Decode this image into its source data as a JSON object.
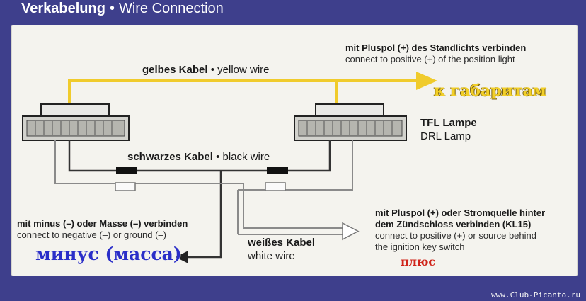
{
  "header": {
    "title_de": "Verkabelung",
    "separator": "•",
    "title_en": "Wire Connection"
  },
  "labels": {
    "yellow_wire_de": "gelbes Kabel",
    "yellow_wire_en": "yellow wire",
    "black_wire_de": "schwarzes Kabel",
    "black_wire_en": "black wire",
    "white_wire_de": "weißes Kabel",
    "white_wire_en": "white wire",
    "bullet": "•",
    "position_light_de": "mit Pluspol (+) des Standlichts verbinden",
    "position_light_en": "connect to positive (+) of the position light",
    "tfl_de": "TFL Lampe",
    "drl_en": "DRL Lamp",
    "ground_de": "mit minus (–) oder Masse (–) verbinden",
    "ground_en": "connect to negative (–) or ground (–)",
    "ignition_de_1": "mit Pluspol (+) oder Stromquelle hinter",
    "ignition_de_2": "dem Zündschloss verbinden (KL15)",
    "ignition_en_1": "connect to positive (+) or source behind",
    "ignition_en_2": "the ignition key switch"
  },
  "handwritten": {
    "to_markers": "к габаритам",
    "minus_ground": "минус (масса)",
    "plus": "плюс"
  },
  "watermark": "www.Club-Picanto.ru",
  "colors": {
    "panel": "#f4f3ee",
    "background": "#3e3f8c",
    "yellow_wire": "#f0cb2c",
    "black_wire": "#333333",
    "white_wire": "#8a8a8a"
  }
}
